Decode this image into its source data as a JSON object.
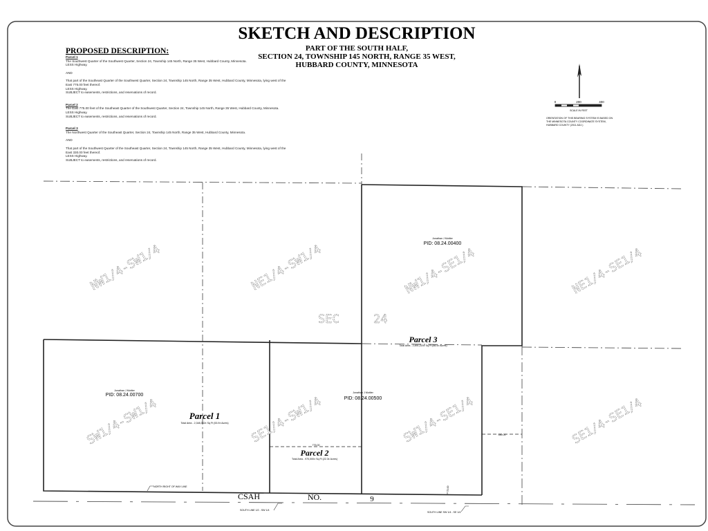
{
  "title": "SKETCH AND DESCRIPTION",
  "subtitle": [
    "PART OF THE SOUTH HALF,",
    "SECTION 24, TOWNSHIP 145 NORTH, RANGE 35 WEST,",
    "HUBBARD COUNTY, MINNESOTA"
  ],
  "description": {
    "heading": "PROPOSED DESCRIPTION:",
    "parcels": [
      {
        "label": "Parcel 1",
        "lines": [
          "The Southwest Quarter of the Southwest Quarter, Section 24, Township 145 North, Range 35 West, Hubbard County, Minnesota.",
          "LESS Highway.",
          "AND",
          "That part of the Southeast Quarter of the Southwest Quarter, Section 24, Township 145 North, Range 35 West, Hubbard County, Minnesota, lying west of the East 775.00 feet thereof.",
          "LESS Highway.",
          "SUBJECT to easements, restrictions, and reservations of record."
        ]
      },
      {
        "label": "Parcel 2",
        "lines": [
          "The East 775.00 feet of the Southeast Quarter of the Southwest Quarter, Section 24, Township 145 North, Range 35 West, Hubbard County, Minnesota.",
          "LESS Highway.",
          "SUBJECT to easements, restrictions, and reservations of record."
        ]
      },
      {
        "label": "Parcel 3",
        "lines": [
          "The Northwest Quarter of the Southeast Quarter, Section 24, Township 145 North, Range 35 West, Hubbard County, Minnesota.",
          "AND",
          "That part of the Southwest Quarter of the Southeast Quarter, Section 24, Township 145 North, Range 35 West, Hubbard County, Minnesota, lying west of the East 330.00 feet thereof.",
          "LESS Highway.",
          "SUBJECT to easements, restrictions, and reservations of record."
        ]
      }
    ]
  },
  "scale": {
    "ticks": [
      "0",
      "200",
      "400"
    ],
    "label": "SCALE IN FEET",
    "note": [
      "ORIENTATION OF THIS BEARING SYSTEM IS BASED ON",
      "THE MINNESOTA COUNTY COORDINATE SYSTEM,",
      "HUBBARD COUNTY (2011 ADJ.)"
    ]
  },
  "map": {
    "quarters": [
      "NW1/4-SW1/4",
      "NE1/4-SW1/4",
      "NW1/4-SE1/4",
      "NE1/4-SE1/4",
      "SW1/4-SW1/4",
      "SE1/4-SW1/4",
      "SW1/4-SE1/4",
      "SE1/4-SE1/4"
    ],
    "section": [
      "SEC",
      "24"
    ],
    "parcels": [
      {
        "name": "Parcel 1",
        "area": "Total Area - 2,348,332± Sq Ft (53.9± Acres)",
        "owner": "Jonathan J Mottier",
        "pid": "PID: 08.24.00700"
      },
      {
        "name": "Parcel 2",
        "area": "Total Area - 970,000± Sq Ft (22.3± Acres)",
        "owner": "Jonathan J Mottier",
        "pid": "PID: 08.24.00500"
      },
      {
        "name": "Parcel 3",
        "area": "Total Area - 2,891,220± Sq Ft (66.4± Acres)",
        "owner": "Jonathan J Mottier",
        "pid": "PID: 08.24.00400"
      }
    ],
    "dimensions": [
      "775.00",
      "330.00",
      "75.00"
    ],
    "road": [
      "CSAH",
      "NO.",
      "9"
    ],
    "notes": [
      "NORTH RIGHT OF WAY LINE",
      "SOUTH LINE 1/2 - SW 1/4",
      "SOUTH LINE SW 1/4 - SE 1/4"
    ]
  }
}
